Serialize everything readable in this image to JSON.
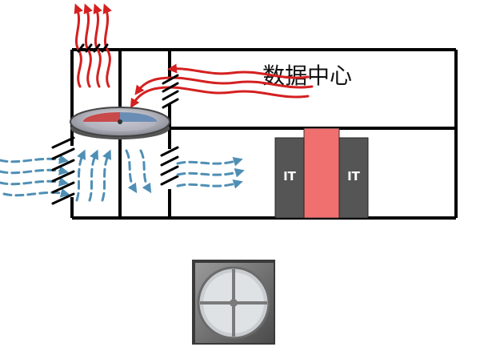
{
  "diagram": {
    "room_label": "数据中心",
    "rack_left_label": "IT",
    "rack_right_label": "IT",
    "colors": {
      "hot_air": "#d42020",
      "cold_air": "#4f8fb5",
      "hot_aisle": "#f07070",
      "rack": "#555555",
      "wheel_hot": "#c84a4a",
      "wheel_cold": "#6a8db5"
    },
    "icons": [
      "heat-wheel-icon",
      "louver-icon",
      "heat-exchanger-photo"
    ]
  }
}
